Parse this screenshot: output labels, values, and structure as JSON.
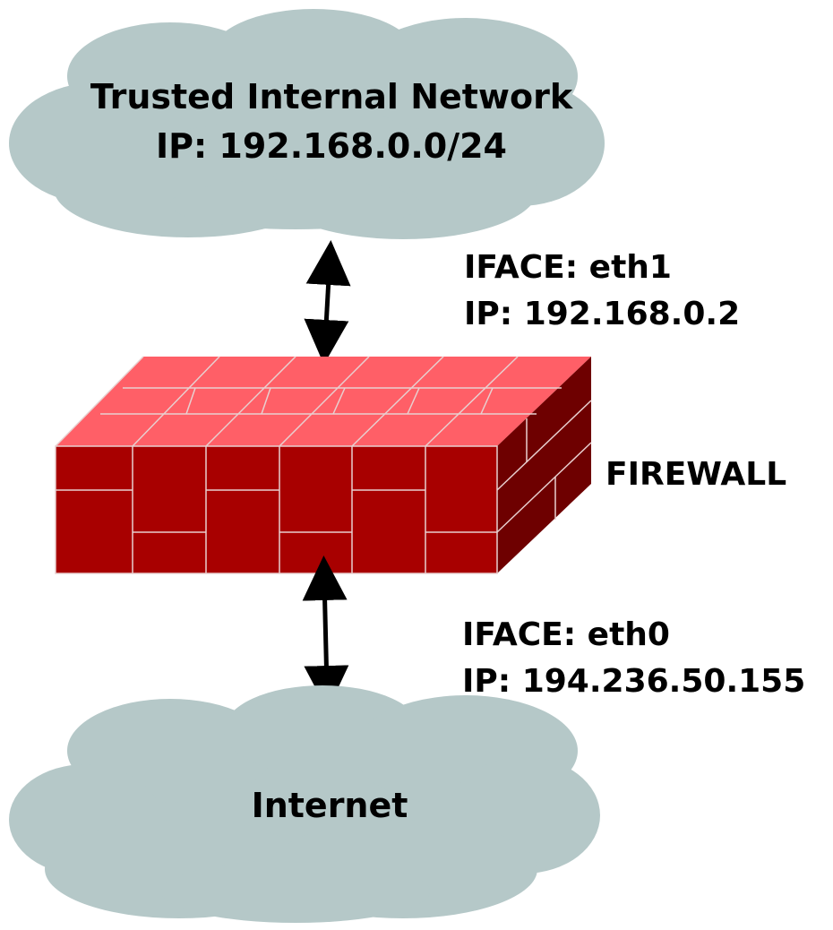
{
  "colors": {
    "background": "#ffffff",
    "cloud_fill": "#b5c8c8",
    "firewall_top": "#ff5f67",
    "firewall_front": "#a80000",
    "firewall_side": "#6e0000",
    "mortar": "#e8d0d0",
    "arrow": "#000000",
    "text": "#000000"
  },
  "trusted_network": {
    "name": "Trusted Internal Network",
    "ip": "IP: 192.168.0.0/24"
  },
  "internal_interface": {
    "iface": "IFACE: eth1",
    "ip": "IP: 192.168.0.2"
  },
  "firewall": {
    "label": "FIREWALL",
    "icon": "brick-firewall-icon"
  },
  "external_interface": {
    "iface": "IFACE: eth0",
    "ip": "IP: 194.236.50.155"
  },
  "internet": {
    "name": "Internet"
  }
}
